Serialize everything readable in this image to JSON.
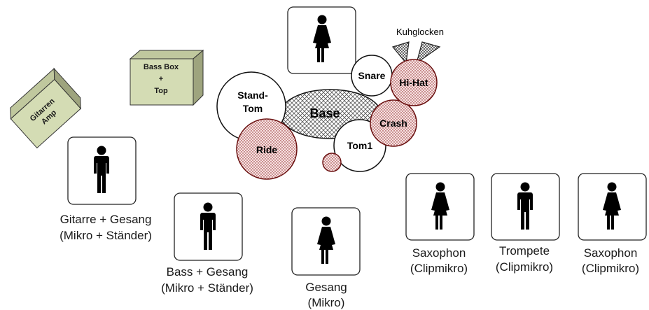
{
  "labels": {
    "kuhglocken": "Kuhglocken",
    "snare": "Snare",
    "hihat": "Hi-Hat",
    "standtom_1": "Stand-",
    "standtom_2": "Tom",
    "base": "Base",
    "crash": "Crash",
    "ride": "Ride",
    "tom1": "Tom1",
    "bassbox_1": "Bass Box",
    "bassbox_2": "+",
    "bassbox_3": "Top",
    "gitarrenamp_1": "Gitarren",
    "gitarrenamp_2": "Amp"
  },
  "people": [
    {
      "id": "drummer",
      "figure": "female",
      "caption": []
    },
    {
      "id": "gitarre",
      "figure": "male",
      "caption": [
        "Gitarre + Gesang",
        "(Mikro + Ständer)"
      ]
    },
    {
      "id": "bass",
      "figure": "male",
      "caption": [
        "Bass + Gesang",
        "(Mikro + Ständer)"
      ]
    },
    {
      "id": "gesang",
      "figure": "female",
      "caption": [
        "Gesang",
        "(Mikro)"
      ]
    },
    {
      "id": "sax1",
      "figure": "female",
      "caption": [
        "Saxophon",
        "(Clipmikro)"
      ]
    },
    {
      "id": "trompete",
      "figure": "male",
      "caption": [
        "Trompete",
        "(Clipmikro)"
      ]
    },
    {
      "id": "sax2",
      "figure": "female",
      "caption": [
        "Saxophon",
        "(Clipmikro)"
      ]
    }
  ],
  "colors": {
    "drum_outline": "#000000",
    "cymbal_fill": "#f3d9d9",
    "cymbal_dot": "#8b1a1a",
    "box_front": "#d4dcb4",
    "box_top": "#c0c89e",
    "box_side": "#9ea47e",
    "figure": "#000000"
  }
}
